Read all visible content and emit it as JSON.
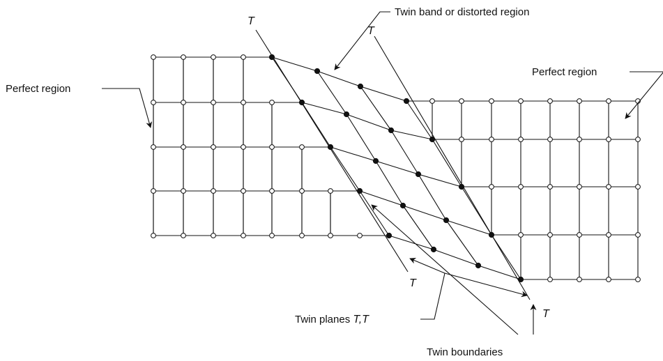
{
  "labels": {
    "twin_band": "Twin band or distorted region",
    "perfect_left": "Perfect region",
    "perfect_right": "Perfect region",
    "twin_planes_prefix": "Twin planes ",
    "twin_planes_symbol": "T,T",
    "twin_boundaries": "Twin boundaries",
    "t_top_left": "T",
    "t_top_right": "T",
    "t_bottom_left": "T",
    "t_bottom_right": "T"
  },
  "colors": {
    "line": "#111111",
    "open_node_fill": "#ffffff",
    "solid_node_fill": "#111111"
  },
  "icons": {
    "open_node": "hollow-circle",
    "twinned_node": "filled-circle",
    "pointer": "arrowhead"
  }
}
